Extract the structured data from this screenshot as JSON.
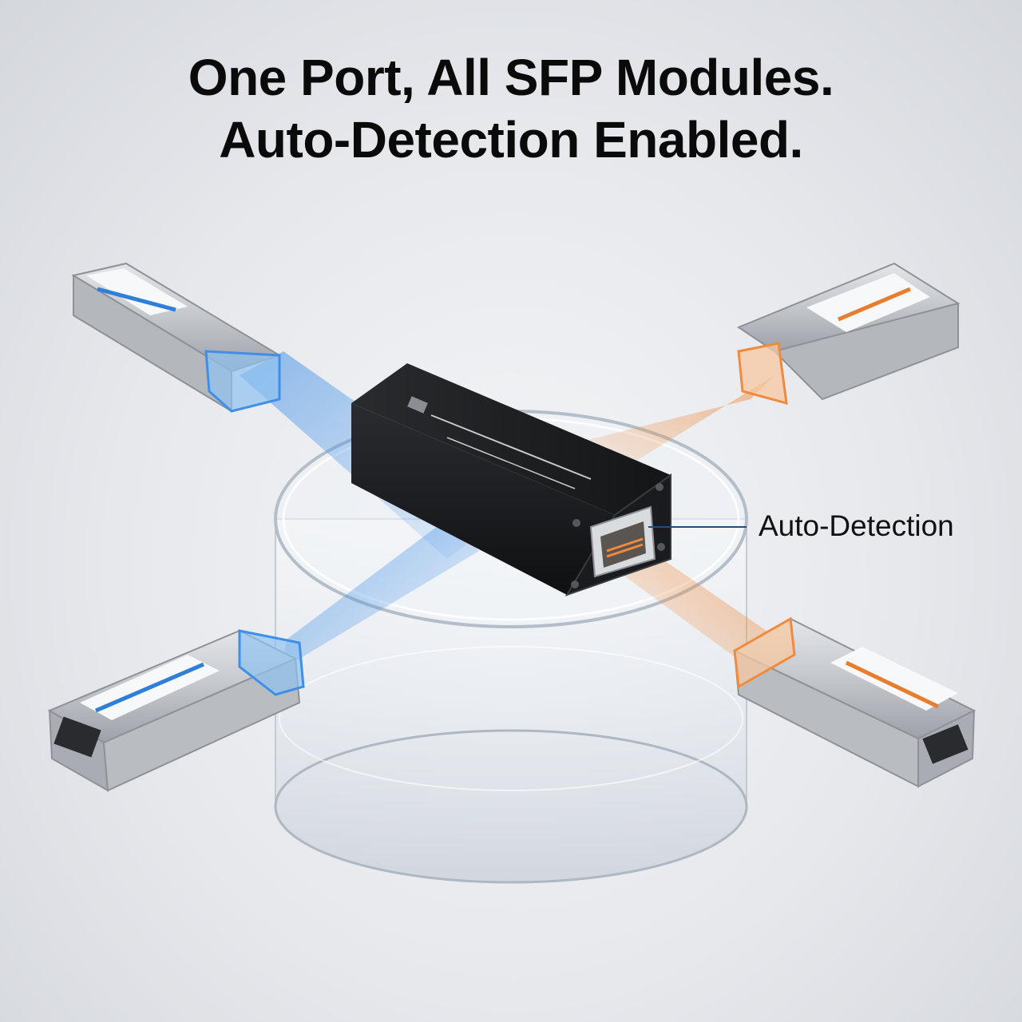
{
  "headline": {
    "line1": "One Port, All SFP Modules.",
    "line2": "Auto-Detection Enabled."
  },
  "callout": {
    "label": "Auto-Detection"
  },
  "colors": {
    "blue_beam": "#3f8fe8",
    "orange_beam": "#f08a3c",
    "device_body": "#1e1f22",
    "module_metal": "#c9ccd0"
  }
}
